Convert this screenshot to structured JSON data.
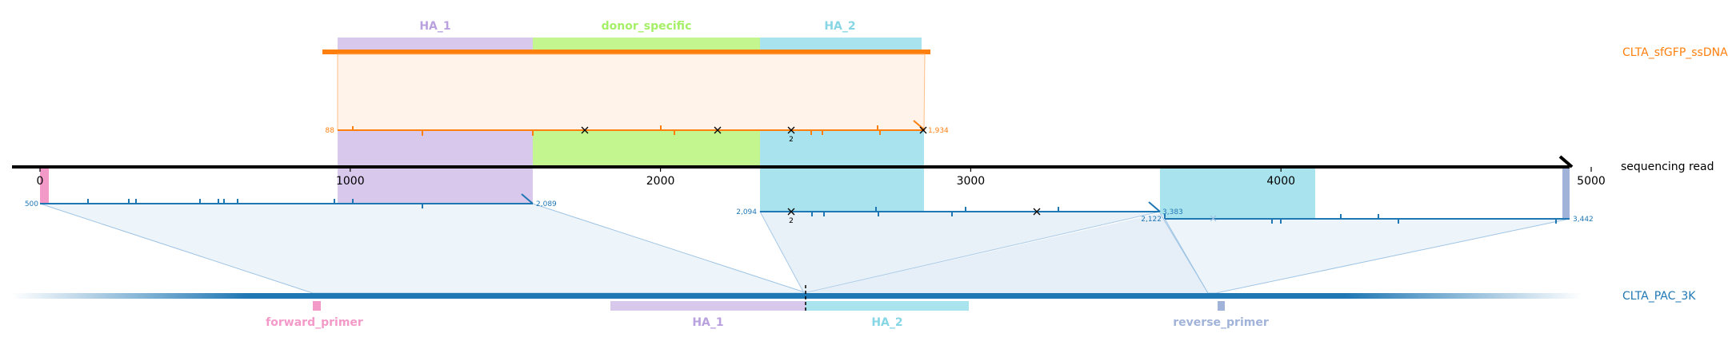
{
  "references": {
    "donor": {
      "name": "CLTA_sfGFP_ssDNA",
      "color": "#ff7f0e"
    },
    "read": {
      "name": "sequencing read",
      "color": "#000000"
    },
    "target": {
      "name": "CLTA_PAC_3K",
      "color": "#1f77b4"
    }
  },
  "donor_features": [
    {
      "name": "HA_1",
      "color": "#b9a1e0"
    },
    {
      "name": "donor_specific",
      "color": "#a5f068"
    },
    {
      "name": "HA_2",
      "color": "#86d6e6"
    }
  ],
  "target_features": [
    {
      "name": "forward_primer",
      "color": "#f49ac8"
    },
    {
      "name": "HA_1",
      "color": "#b9a1e0"
    },
    {
      "name": "HA_2",
      "color": "#86d6e6"
    },
    {
      "name": "reverse_primer",
      "color": "#a2b3d9"
    }
  ],
  "read_axis": {
    "ticks": [
      "0",
      "1000",
      "2000",
      "3000",
      "4000",
      "5000"
    ],
    "min": 0,
    "max": 5000
  },
  "alignments": [
    {
      "ref": "donor",
      "start_label": "88",
      "end_label": "1,934",
      "read_start": 958,
      "read_end": 2845
    },
    {
      "ref": "target",
      "start_label": "500",
      "end_label": "2,089",
      "read_start": 0,
      "read_end": 1584
    },
    {
      "ref": "target",
      "start_label": "2,094",
      "end_label": "3,383",
      "read_start": 2309,
      "read_end": 3603,
      "note": "2"
    },
    {
      "ref": "target",
      "start_label": "2,122",
      "end_label": "3,442",
      "read_start": 3603,
      "read_end": 4920
    }
  ],
  "donor_mismatch_note": "2"
}
